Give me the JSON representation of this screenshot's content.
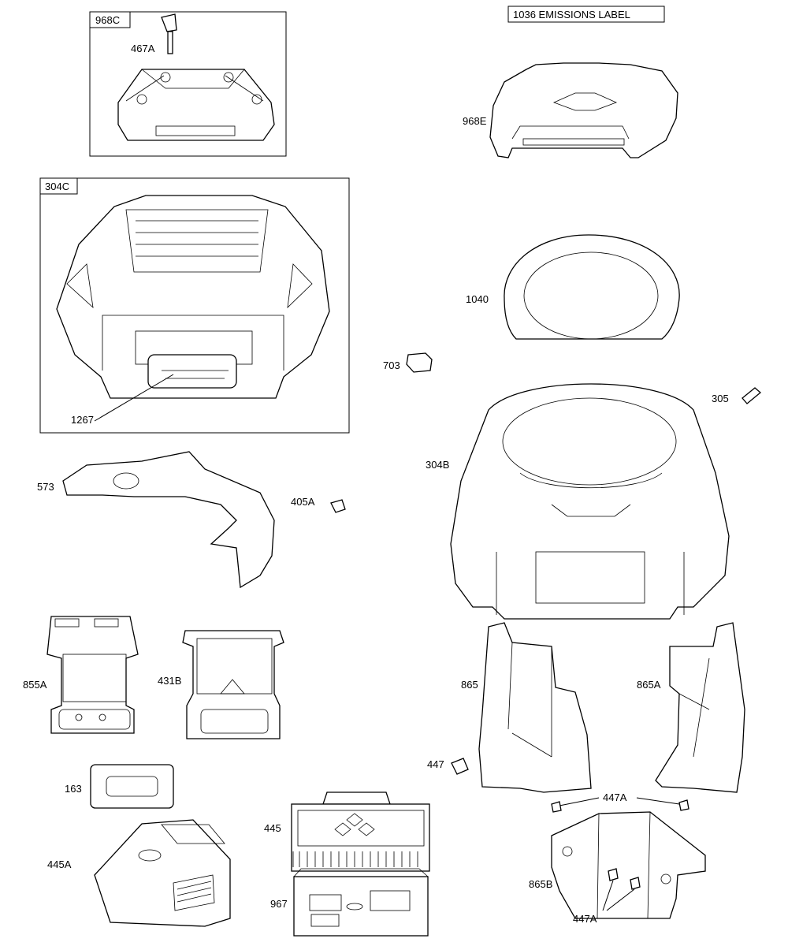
{
  "labels": {
    "l968C": "968C",
    "l467A": "467A",
    "l1036": "1036 EMISSIONS LABEL",
    "l968E": "968E",
    "l304C": "304C",
    "l1267": "1267",
    "l1040": "1040",
    "l703": "703",
    "l305": "305",
    "l304B": "304B",
    "l573": "573",
    "l405A": "405A",
    "l855A": "855A",
    "l431B": "431B",
    "l865": "865",
    "l865A": "865A",
    "l447": "447",
    "l447A_top": "447A",
    "l163": "163",
    "l445": "445",
    "l445A": "445A",
    "l865B": "865B",
    "l967": "967",
    "l447A_bottom": "447A"
  },
  "parts": [
    "967",
    "445",
    "445A",
    "163",
    "431B",
    "855A",
    "573",
    "405A",
    "1267",
    "304C",
    "968C",
    "467A",
    "968E",
    "1036",
    "1040",
    "703",
    "305",
    "304B",
    "865",
    "865A",
    "447",
    "447A",
    "865B"
  ]
}
